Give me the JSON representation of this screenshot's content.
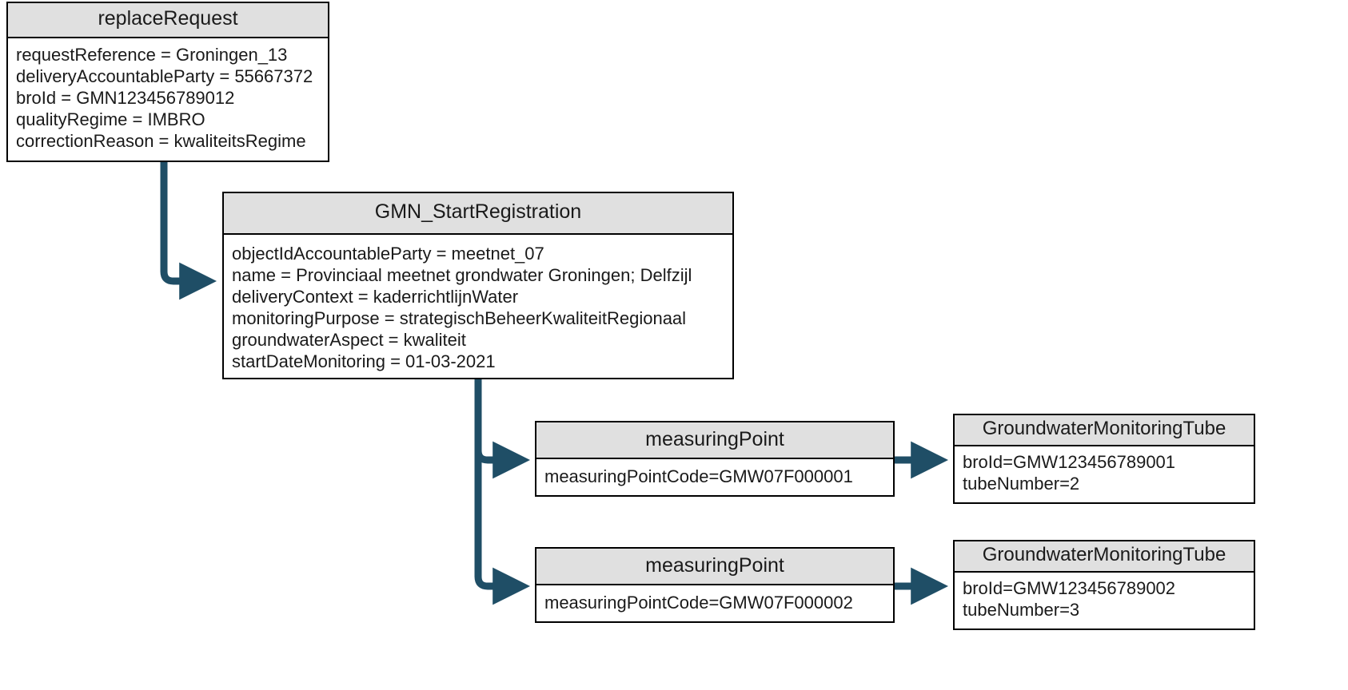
{
  "diagram": {
    "type": "object-instance-diagram",
    "title": "replaceRequest GMN_StartRegistration structure",
    "line_color": "#1f4e66",
    "header_fill": "#e0e0e0",
    "body_fill": "#ffffff",
    "border_color": "#000000",
    "text_color": "#1a1a1a"
  },
  "nodes": {
    "replace_request": {
      "title": "replaceRequest",
      "attributes": [
        "requestReference = Groningen_13",
        "deliveryAccountableParty = 55667372",
        "broId = GMN123456789012",
        "qualityRegime = IMBRO",
        "correctionReason = kwaliteitsRegime"
      ]
    },
    "gmn_start_registration": {
      "title": "GMN_StartRegistration",
      "attributes": [
        "objectIdAccountableParty = meetnet_07",
        "name = Provinciaal meetnet grondwater Groningen; Delfzijl",
        "deliveryContext = kaderrichtlijnWater",
        "monitoringPurpose = strategischBeheerKwaliteitRegionaal",
        "groundwaterAspect = kwaliteit",
        "startDateMonitoring = 01-03-2021"
      ]
    },
    "measuring_point_1": {
      "title": "measuringPoint",
      "attributes": [
        "measuringPointCode=GMW07F000001"
      ]
    },
    "measuring_point_2": {
      "title": "measuringPoint",
      "attributes": [
        "measuringPointCode=GMW07F000002"
      ]
    },
    "tube_1": {
      "title": "GroundwaterMonitoringTube",
      "attributes": [
        "broId=GMW123456789001",
        "tubeNumber=2"
      ]
    },
    "tube_2": {
      "title": "GroundwaterMonitoringTube",
      "attributes": [
        "broId=GMW123456789002",
        "tubeNumber=3"
      ]
    }
  },
  "edges": [
    {
      "name": "replaceRequest-to-GMN_StartRegistration",
      "from": "replaceRequest",
      "to": "GMN_StartRegistration"
    },
    {
      "name": "GMN_StartRegistration-to-measuringPoint-1",
      "from": "GMN_StartRegistration",
      "to": "measuringPoint 1"
    },
    {
      "name": "GMN_StartRegistration-to-measuringPoint-2",
      "from": "GMN_StartRegistration",
      "to": "measuringPoint 2"
    },
    {
      "name": "measuringPoint-1-to-GroundwaterMonitoringTube-1",
      "from": "measuringPoint 1",
      "to": "GroundwaterMonitoringTube 1"
    },
    {
      "name": "measuringPoint-2-to-GroundwaterMonitoringTube-2",
      "from": "measuringPoint 2",
      "to": "GroundwaterMonitoringTube 2"
    }
  ]
}
